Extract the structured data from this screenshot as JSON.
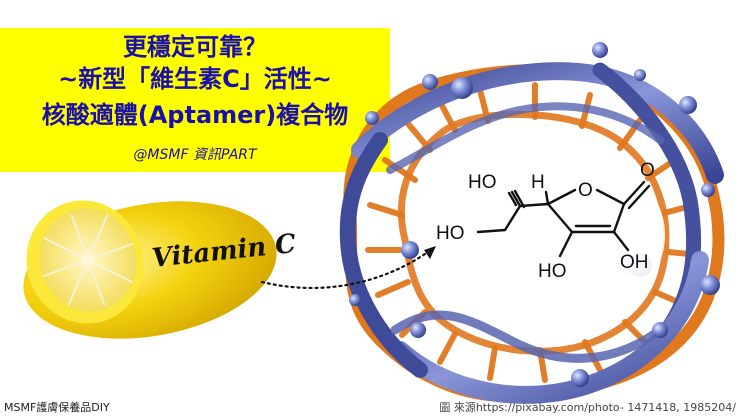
{
  "title": {
    "line1": "更穩定可靠？",
    "line2": "~新型「維生素C」活性~",
    "line3": "核酸適體(Aptamer)複合物",
    "credit": "@MSMF 資訊PART"
  },
  "illustration": {
    "lemon_label": "Vitamin C",
    "molecule_atoms": [
      "HO",
      "H",
      "O",
      "O",
      "HO",
      "OH",
      "HO"
    ]
  },
  "footer": {
    "left": "MSMF護膚保養品DIY",
    "right": "圖 來源https://pixabay.com/photo- 1471418, 1985204/"
  },
  "colors": {
    "title_bg": "#ffff00",
    "title_text": "#1a0fa8",
    "lemon": "#f4d20e",
    "helix_blue": "#4a56a8",
    "helix_orange": "#e0781e"
  },
  "icons": [
    "lemon-icon",
    "dna-helix-icon",
    "ascorbic-acid-structure-icon"
  ]
}
